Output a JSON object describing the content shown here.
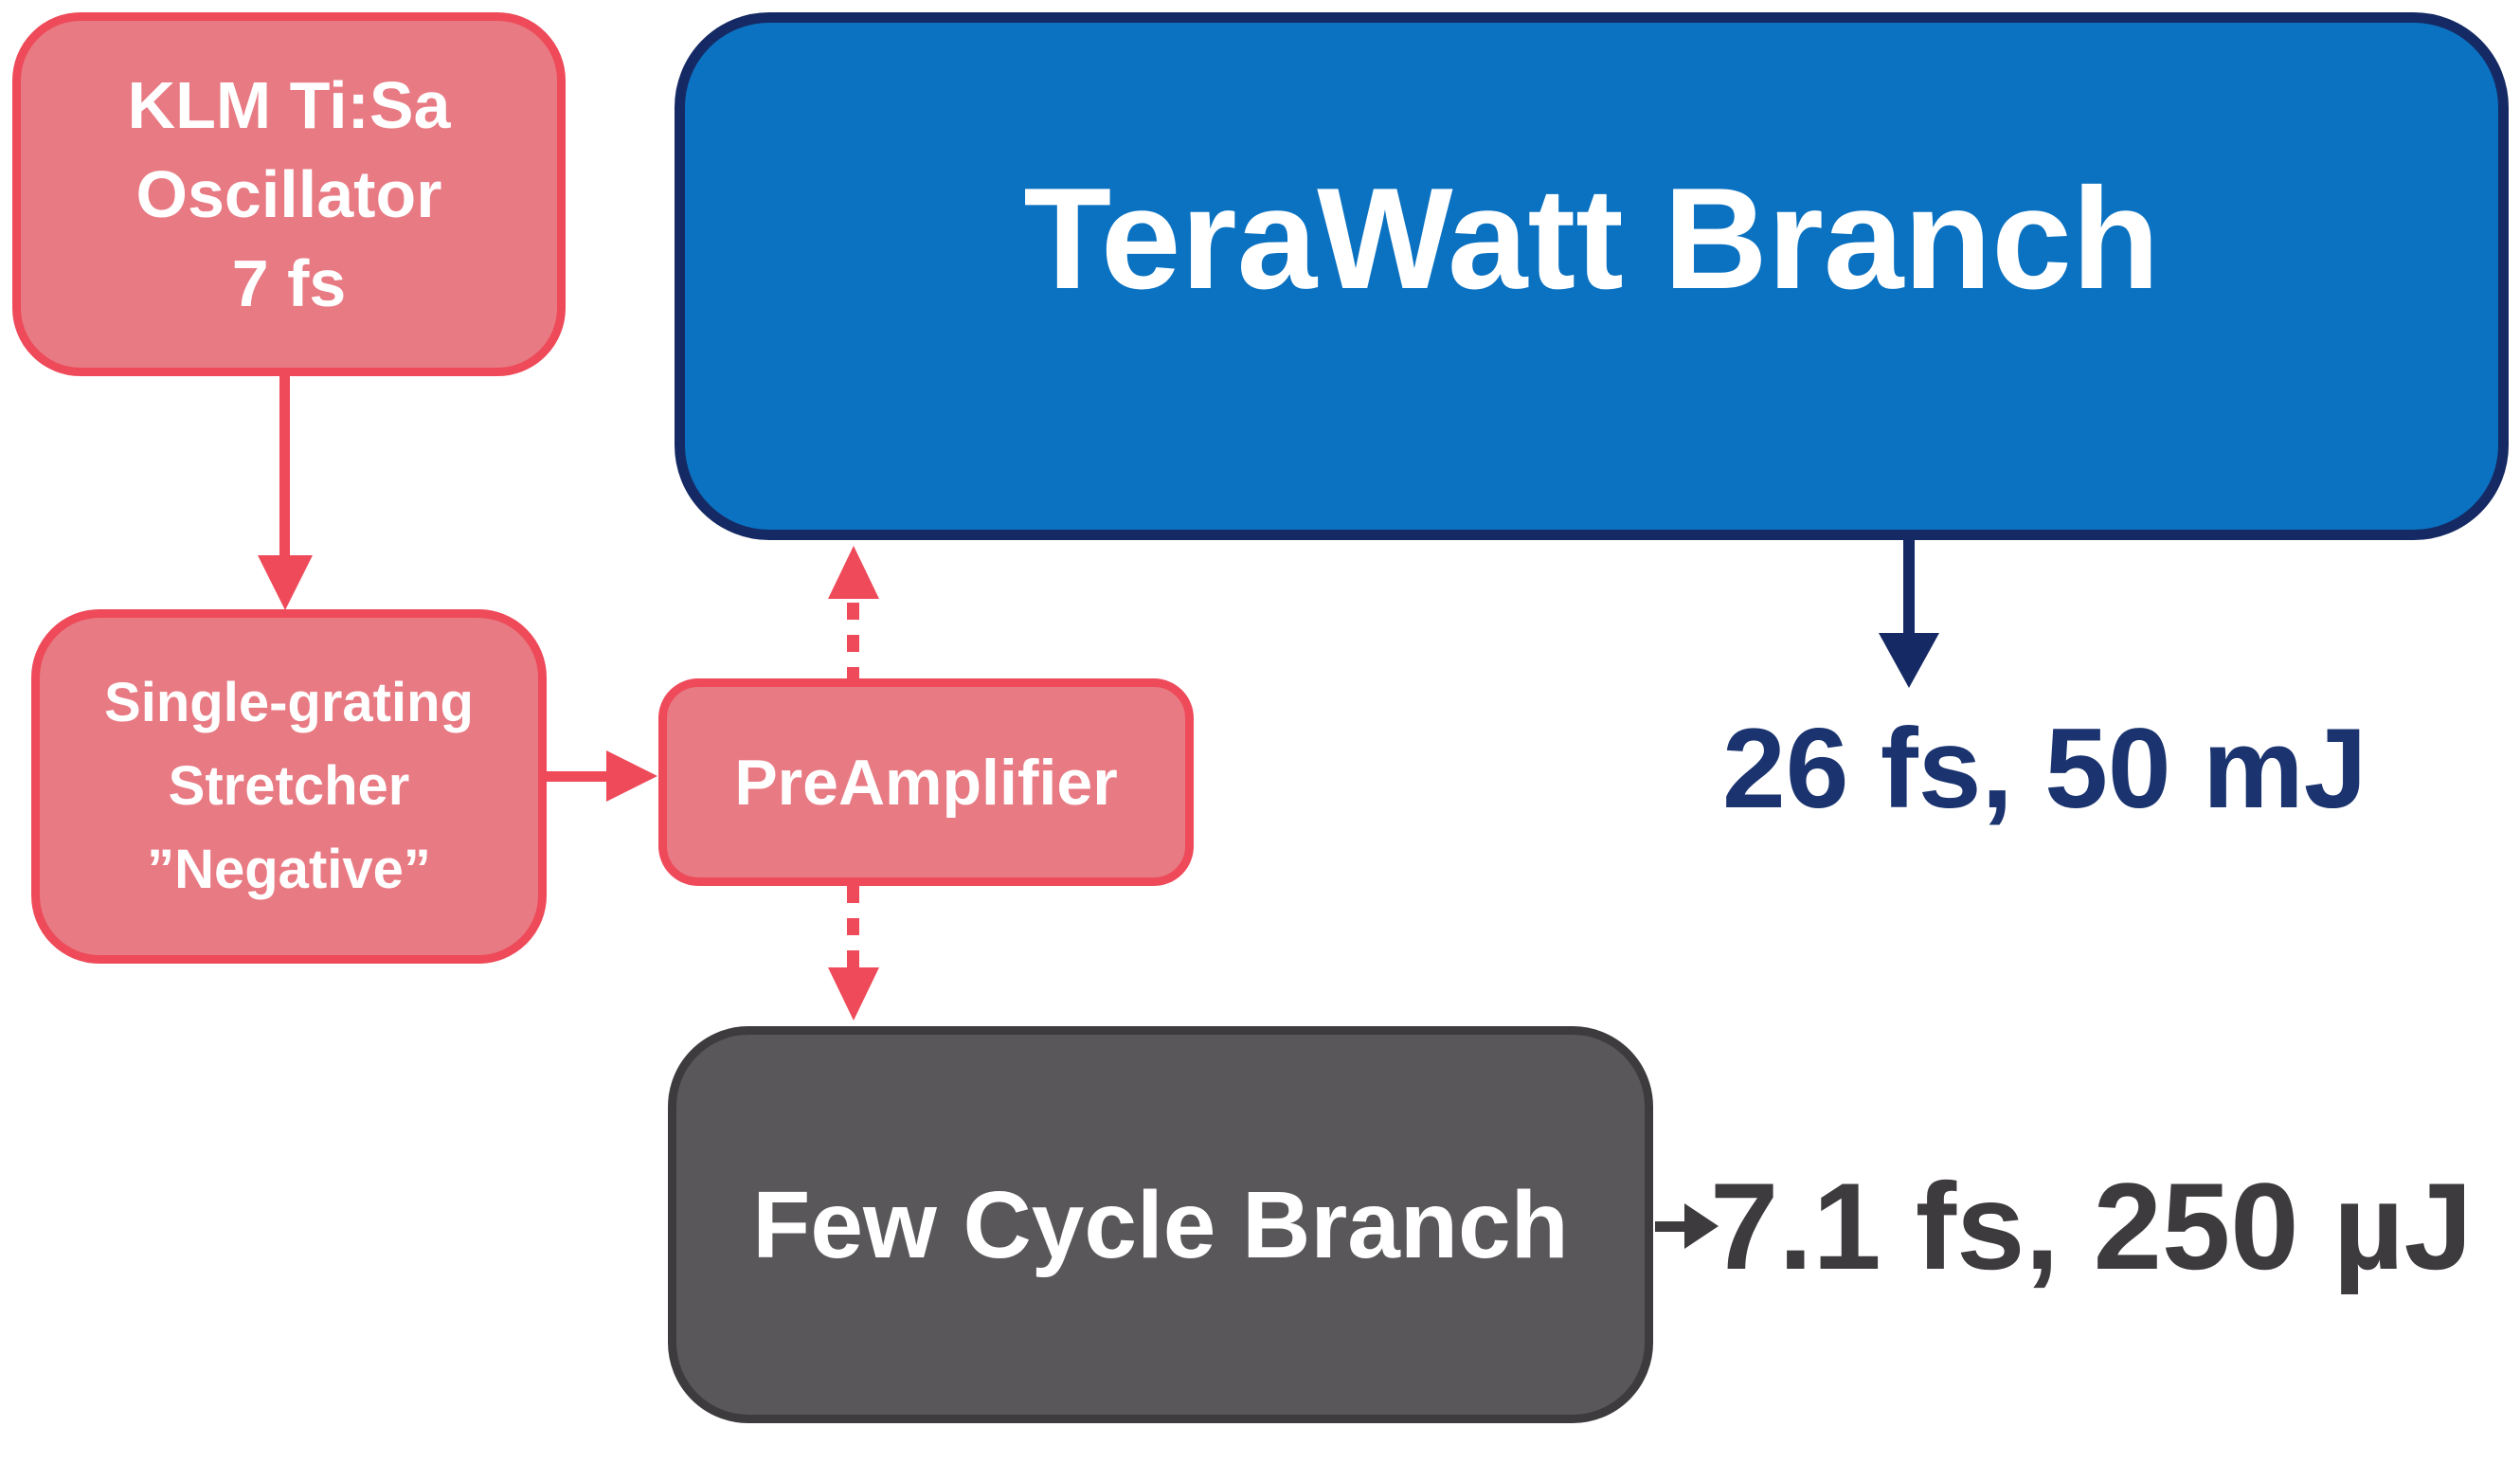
{
  "colors": {
    "pink_fill": "#e87a83",
    "red_accent": "#ee4a59",
    "blue_fill": "#0b72c1",
    "navy": "#152a64",
    "navy_text": "#1b3470",
    "gray_fill": "#595759",
    "gray_dark": "#3d3b3d"
  },
  "diagram": {
    "nodes": {
      "oscillator": {
        "lines": [
          "KLM Ti:Sa",
          "Oscillator",
          "7 fs"
        ]
      },
      "stretcher": {
        "lines": [
          "Single-grating",
          "Stretcher",
          "”Negative”"
        ]
      },
      "preamplifier": {
        "label": "PreAmplifier"
      },
      "terawatt_branch": {
        "label": "TeraWatt Branch",
        "output_label": "26 fs, 50 mJ"
      },
      "few_cycle_branch": {
        "label": "Few Cycle Branch",
        "output_label": "7.1 fs, 250 µJ"
      }
    }
  }
}
